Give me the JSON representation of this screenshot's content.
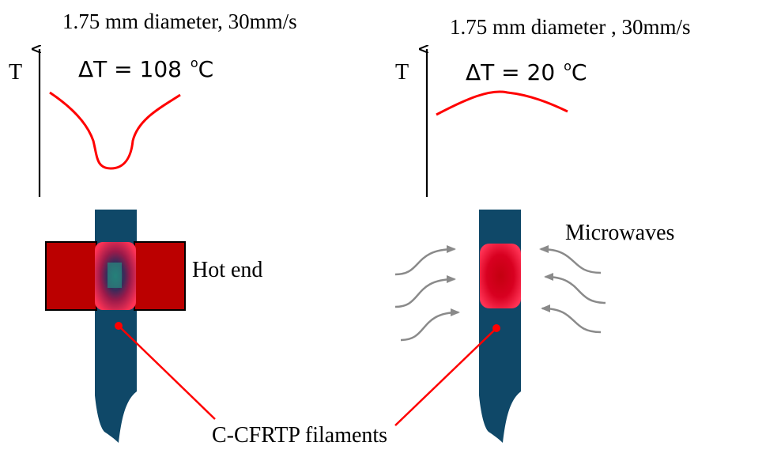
{
  "left_panel": {
    "caption": "1.75 mm diameter, 30mm/s",
    "axis_label": "T",
    "delta_text": "ΔT = 108",
    "delta_unit_sup": "o",
    "delta_unit": "C",
    "component_label": "Hot end"
  },
  "right_panel": {
    "caption": "1.75 mm diameter , 30mm/s",
    "axis_label": "T",
    "delta_text": "ΔT = 20",
    "delta_unit_sup": "o",
    "delta_unit": "C",
    "component_label": "Microwaves"
  },
  "shared_label": "C-CFRTP filaments",
  "colors": {
    "filament": "#0f4868",
    "hot_end": "#bb0000",
    "heated_zone": "#ff3355",
    "curve": "#ff0000",
    "pointer_line": "#ff0000",
    "wave_arrow": "#8a8a8a"
  }
}
